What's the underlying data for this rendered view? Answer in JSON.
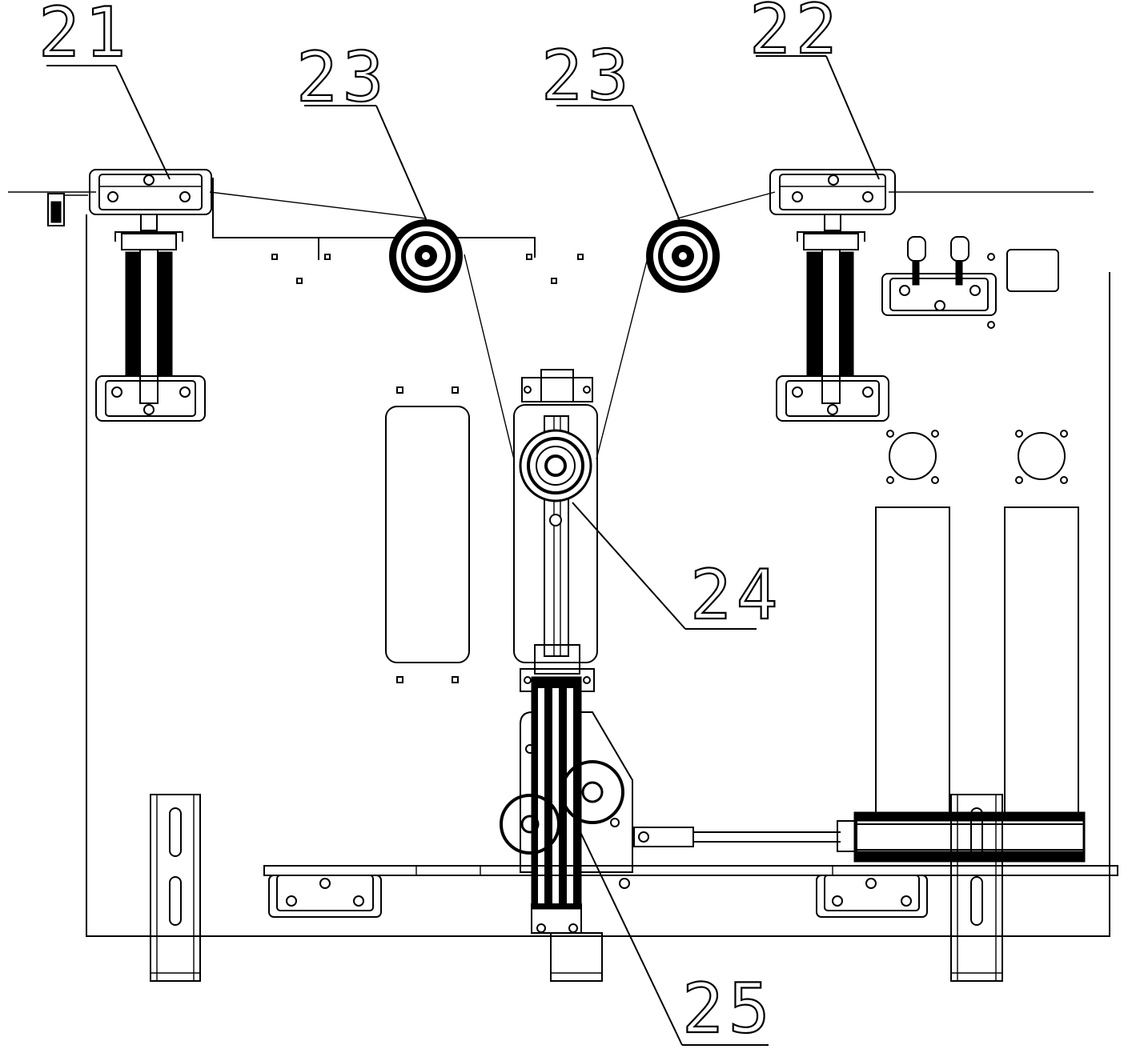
{
  "labels": {
    "part_21": "21",
    "part_22": "22",
    "part_23_left": "23",
    "part_23_right": "23",
    "part_24": "24",
    "part_25": "25"
  }
}
